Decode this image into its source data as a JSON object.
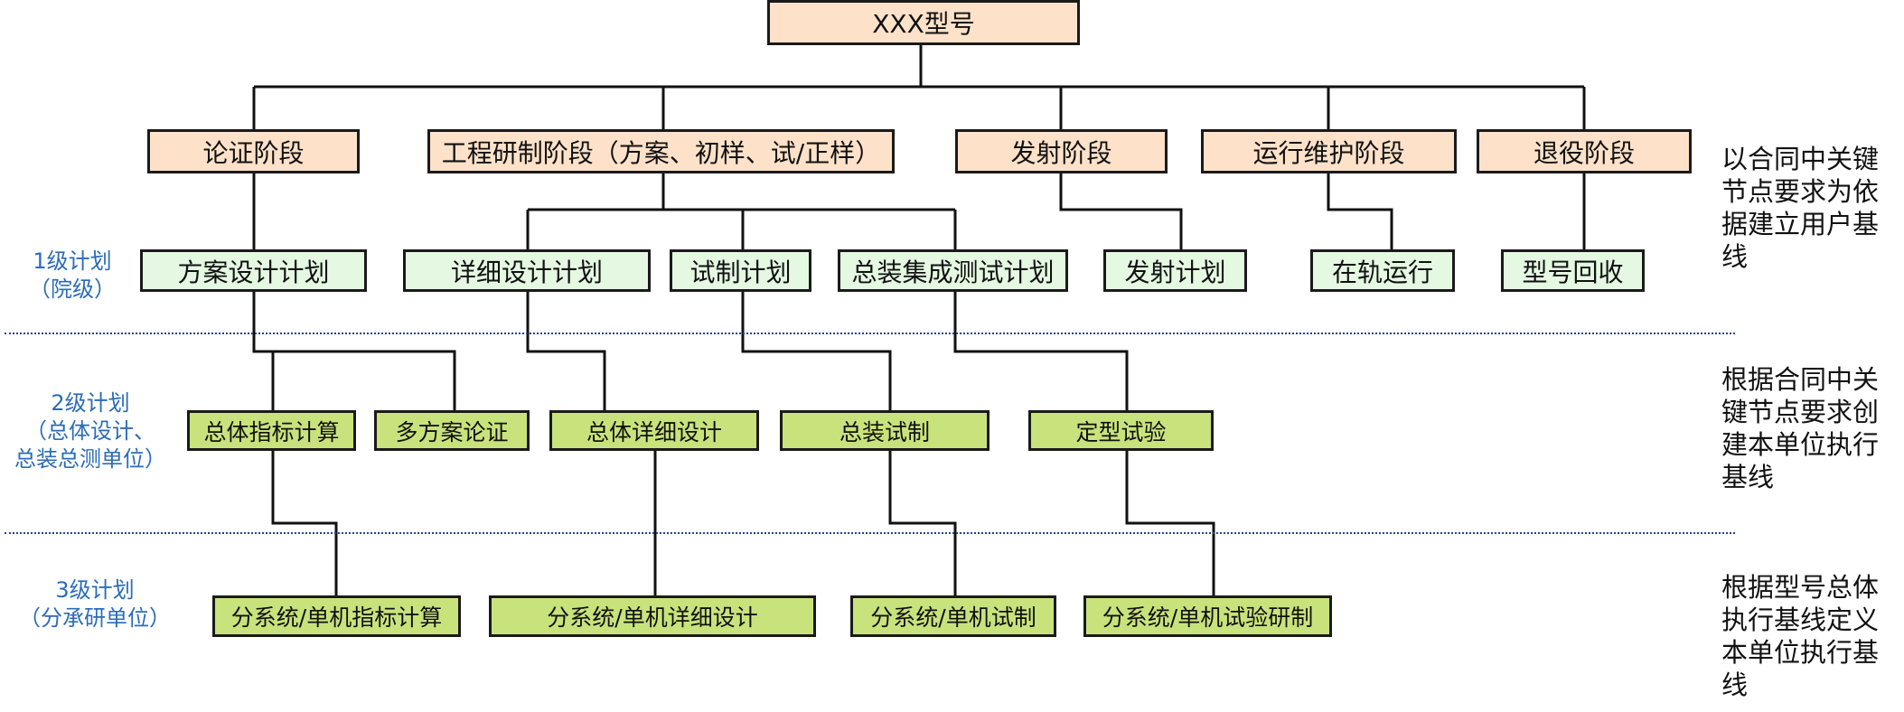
{
  "root": {
    "label": "XXX型号"
  },
  "phases": {
    "demonstration": "论证阶段",
    "engineering": "工程研制阶段（方案、初样、试/正样）",
    "launch": "发射阶段",
    "operation": "运行维护阶段",
    "retirement": "退役阶段"
  },
  "level1": {
    "scheme_plan": "方案设计计划",
    "detail_plan": "详细设计计划",
    "trial_plan": "试制计划",
    "assembly_test_plan": "总装集成测试计划",
    "launch_plan": "发射计划",
    "on_orbit": "在轨运行",
    "recovery": "型号回收"
  },
  "level2": {
    "overall_index": "总体指标计算",
    "multi_scheme": "多方案论证",
    "overall_detail": "总体详细设计",
    "assembly_trial": "总装试制",
    "type_test": "定型试验"
  },
  "level3": {
    "sub_index": "分系统/单机指标计算",
    "sub_detail": "分系统/单机详细设计",
    "sub_trial": "分系统/单机试制",
    "sub_test": "分系统/单机试验研制"
  },
  "levels": {
    "l1_title": "1级计划",
    "l1_sub": "（院级）",
    "l2_title": "2级计划",
    "l2_sub1": "（总体设计、",
    "l2_sub2": "总装总测单位）",
    "l3_title": "3级计划",
    "l3_sub": "（分承研单位）"
  },
  "notes": {
    "n1": "以合同中关键节点要求为依据建立用户基线",
    "n2": "根据合同中关键节点要求创建本单位执行基线",
    "n3": "根据型号总体执行基线定义本单位执行基线"
  },
  "colors": {
    "phase_fill": "#fde2c9",
    "level1_fill": "#e4f8e2",
    "level2_fill": "#c9e37c",
    "level_text": "#2b6cb8",
    "separator": "#2a3f8f"
  }
}
